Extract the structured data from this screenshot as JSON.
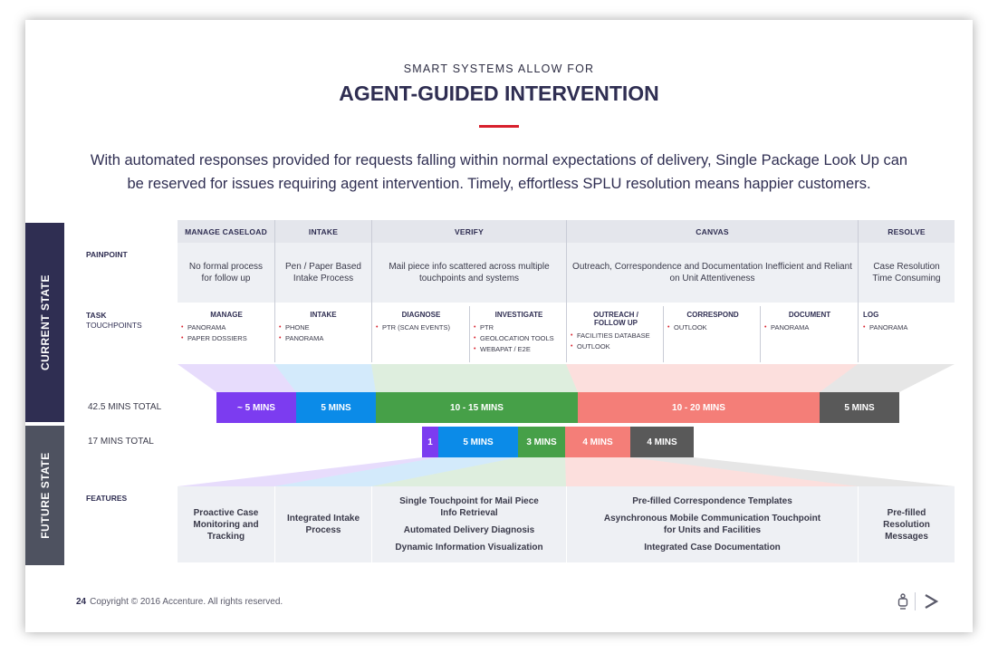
{
  "header": {
    "kicker": "SMART SYSTEMS ALLOW FOR",
    "title": "AGENT-GUIDED INTERVENTION",
    "intro": "With automated responses provided for requests falling within normal expectations of delivery, Single Package Look Up can be reserved for issues requiring agent intervention. Timely, effortless SPLU resolution means happier customers."
  },
  "sidebar": {
    "current": "CURRENT STATE",
    "future": "FUTURE STATE"
  },
  "columns": [
    "MANAGE CASELOAD",
    "INTAKE",
    "VERIFY",
    "CANVAS",
    "RESOLVE"
  ],
  "row_labels": {
    "painpoint": "PAINPOINT",
    "task": "TASK",
    "touchpoints": "TOUCHPOINTS",
    "features": "FEATURES"
  },
  "painpoints": [
    "No formal process for follow up",
    "Pen / Paper Based Intake Process",
    "Mail piece info scattered across multiple touchpoints and systems",
    "Outreach, Correspondence and Documentation Inefficient and Reliant on Unit Attentiveness",
    "Case Resolution Time Consuming"
  ],
  "tasks": [
    {
      "head": "MANAGE",
      "items": [
        "PANORAMA",
        "PAPER DOSSIERS"
      ]
    },
    {
      "head": "INTAKE",
      "items": [
        "PHONE",
        "PANORAMA"
      ]
    },
    {
      "head": "DIAGNOSE",
      "items": [
        "PTR (SCAN EVENTS)"
      ]
    },
    {
      "head": "INVESTIGATE",
      "items": [
        "PTR",
        "GEOLOCATION TOOLS",
        "WEBAPAT / E2E"
      ]
    },
    {
      "head": "OUTREACH / FOLLOW UP",
      "items": [
        "FACILITIES DATABASE",
        "OUTLOOK"
      ]
    },
    {
      "head": "CORRESPOND",
      "items": [
        "OUTLOOK"
      ]
    },
    {
      "head": "DOCUMENT",
      "items": [
        "PANORAMA"
      ]
    },
    {
      "head": "LOG",
      "items": [
        "PANORAMA"
      ]
    }
  ],
  "current_total": "42.5 MINS TOTAL",
  "future_total": "17 MINS TOTAL",
  "current_bars": [
    "~ 5 MINS",
    "5 MINS",
    "10 - 15 MINS",
    "10 - 20 MINS",
    "5 MINS"
  ],
  "future_bars": [
    "1",
    "5 MINS",
    "3 MINS",
    "4 MINS",
    "4 MINS"
  ],
  "features": {
    "manage": "Proactive Case Monitoring and Tracking",
    "intake": "Integrated Intake Process",
    "verify": [
      "Single Touchpoint for Mail Piece Info Retrieval",
      "Automated Delivery Diagnosis",
      "Dynamic Information Visualization"
    ],
    "canvas": [
      "Pre-filled Correspondence Templates",
      "Asynchronous Mobile Communication Touchpoint for Units and Facilities",
      "Integrated Case Documentation"
    ],
    "resolve": "Pre-filled Resolution Messages"
  },
  "footer": {
    "page": "24",
    "copyright": "Copyright © 2016 Accenture. All rights reserved."
  },
  "colors": {
    "purple": "#7c3cf0",
    "blue": "#0b8be8",
    "green": "#46a048",
    "salmon": "#f47e78",
    "gray": "#595959",
    "navy": "#2f2e52",
    "red": "#d8202c"
  }
}
